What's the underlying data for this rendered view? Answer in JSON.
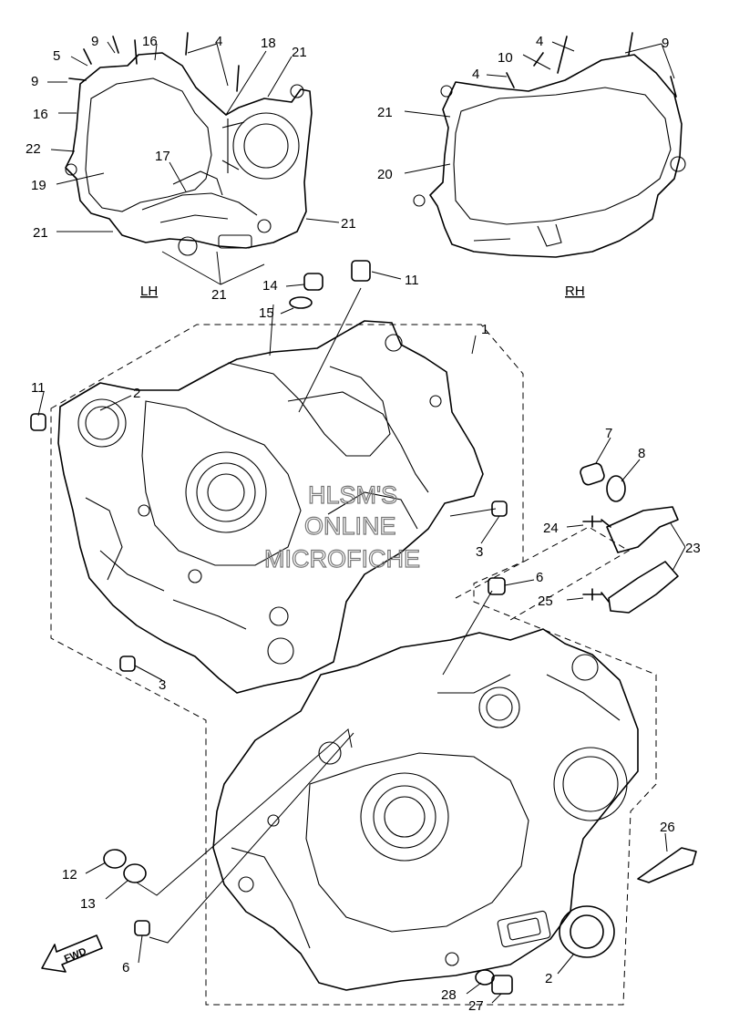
{
  "watermark": {
    "line1": "HLSM'S",
    "line2": "ONLINE",
    "line3": "MICROFICHE"
  },
  "sides": {
    "left": "LH",
    "right": "RH"
  },
  "fwd_label": "FWD",
  "callouts": {
    "c1": "1",
    "c2a": "2",
    "c2b": "2",
    "c3a": "3",
    "c3b": "3",
    "c4a": "4",
    "c4b": "4",
    "c4c": "4",
    "c5": "5",
    "c6a": "6",
    "c6b": "6",
    "c7": "7",
    "c8": "8",
    "c9a": "9",
    "c9b": "9",
    "c9c": "9",
    "c10": "10",
    "c11a": "11",
    "c11b": "11",
    "c12": "12",
    "c13": "13",
    "c14": "14",
    "c15": "15",
    "c16a": "16",
    "c16b": "16",
    "c17": "17",
    "c18": "18",
    "c19": "19",
    "c20": "20",
    "c21a": "21",
    "c21b": "21",
    "c21c": "21",
    "c21d": "21",
    "c21e": "21",
    "c22": "22",
    "c23": "23",
    "c24": "24",
    "c25": "25",
    "c26": "26",
    "c27": "27",
    "c28": "28"
  }
}
